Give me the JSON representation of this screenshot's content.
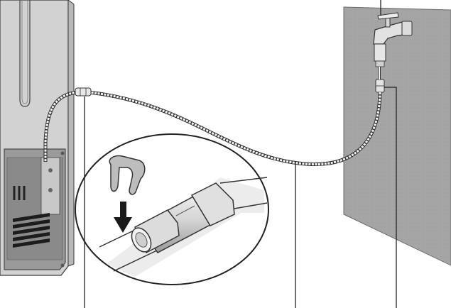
{
  "figure": {
    "labels": [],
    "callouts": [
      {
        "target": "connector-coupling"
      },
      {
        "target": "water-tube"
      },
      {
        "target": "valve-adapter"
      },
      {
        "target": "faucet"
      }
    ],
    "inset": {
      "clip": "retaining-clip",
      "arrow": "push-direction"
    },
    "colors": {
      "line": "#222222",
      "fridge_body": "#d0d0d0",
      "fridge_dark": "#8e8e8e",
      "wall": "#a3a3a3",
      "tube": "#f4f4f4"
    }
  }
}
